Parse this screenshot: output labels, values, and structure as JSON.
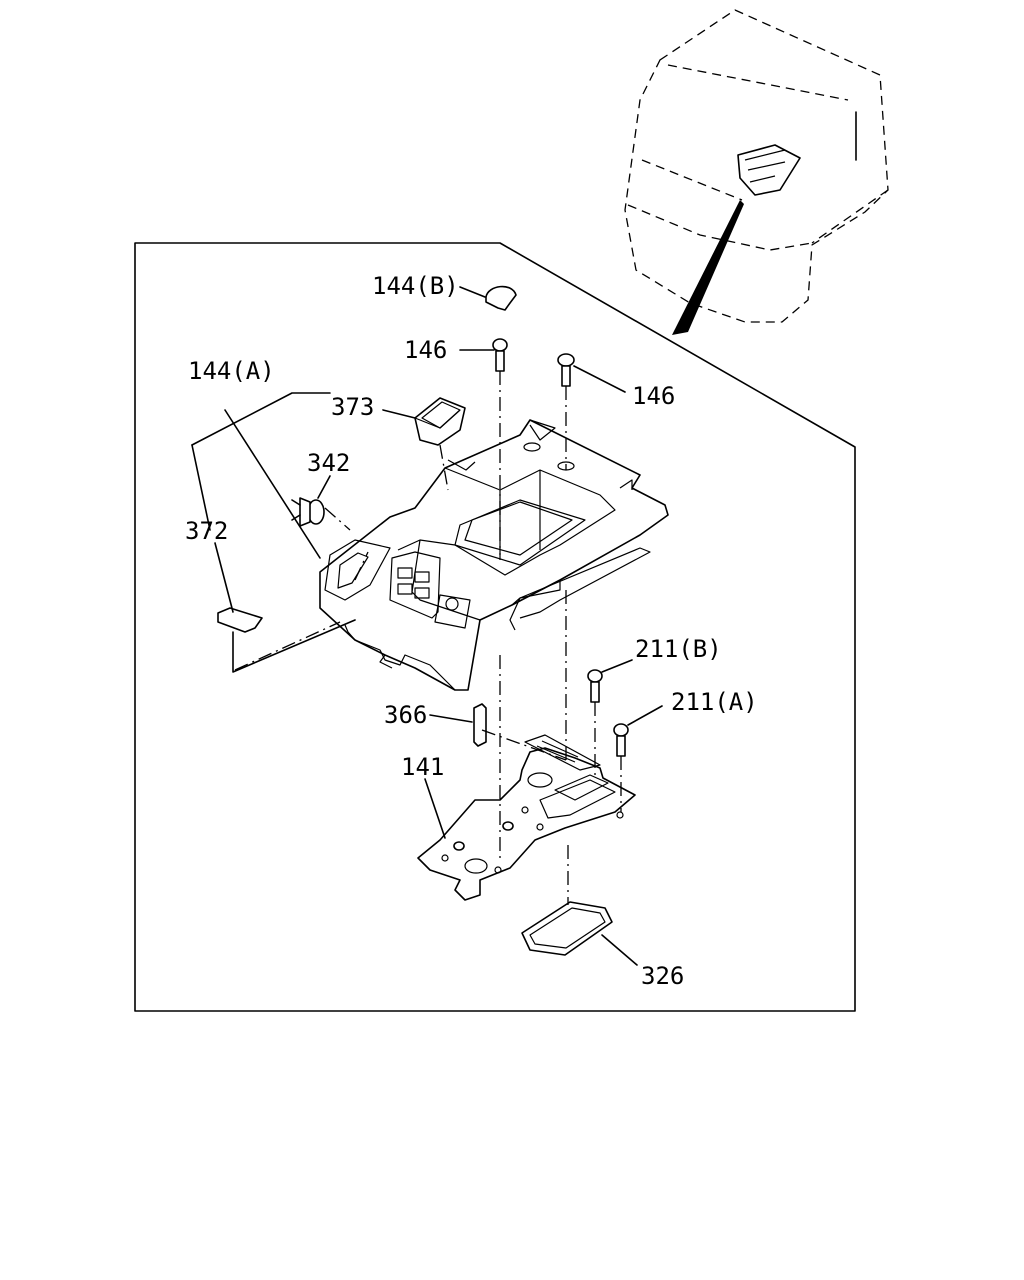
{
  "diagram": {
    "colors": {
      "line": "#000000",
      "background": "#ffffff"
    },
    "callouts": [
      {
        "id": "144b",
        "text": "144(B)"
      },
      {
        "id": "146a",
        "text": "146"
      },
      {
        "id": "146b",
        "text": "146"
      },
      {
        "id": "144a",
        "text": "144(A)"
      },
      {
        "id": "373",
        "text": "373"
      },
      {
        "id": "342",
        "text": "342"
      },
      {
        "id": "372",
        "text": "372"
      },
      {
        "id": "211b",
        "text": "211(B)"
      },
      {
        "id": "211a",
        "text": "211(A)"
      },
      {
        "id": "366",
        "text": "366"
      },
      {
        "id": "141",
        "text": "141"
      },
      {
        "id": "326",
        "text": "326"
      }
    ]
  }
}
